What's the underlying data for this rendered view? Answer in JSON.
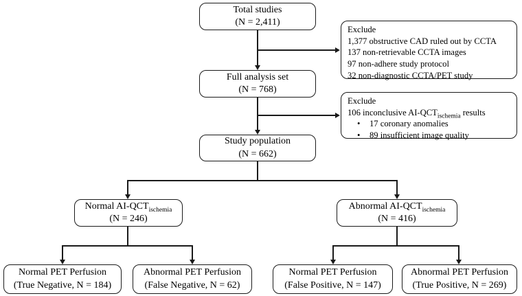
{
  "colors": {
    "background": "#ffffff",
    "line": "#1a1a1a",
    "text": "#000000"
  },
  "boxes": {
    "total_studies": {
      "title": "Total studies",
      "count": "(N = 2,411)"
    },
    "exclude_cta": {
      "title": "Exclude",
      "items": [
        "1,377 obstructive CAD ruled out by CCTA",
        "137 non-retrievable CCTA images",
        "97 non-adhere study protocol",
        "32 non-diagnostic CCTA/PET study"
      ]
    },
    "full_analysis_set": {
      "title": "Full analysis set",
      "count": "(N = 768)"
    },
    "exclude_aiqct": {
      "title": "Exclude",
      "line_pre": "106 inconclusive AI-QCT",
      "line_sub": "ischemia",
      "line_post": " results",
      "bullet_char": "•",
      "bullets": [
        "17 coronary anomalies",
        "89 insufficient image quality"
      ]
    },
    "study_population": {
      "title": "Study population",
      "count": "(N = 662)"
    },
    "normal_aiqct": {
      "title_pre": "Normal AI-QCT",
      "title_sub": "ischemia",
      "count": "(N = 246)"
    },
    "abnormal_aiqct": {
      "title_pre": "Abnormal AI-QCT",
      "title_sub": "ischemia",
      "count": "(N = 416)"
    },
    "true_negative": {
      "title": "Normal PET Perfusion",
      "count": "(True Negative, N = 184)"
    },
    "false_negative": {
      "title": "Abnormal PET Perfusion",
      "count": "(False Negative, N = 62)"
    },
    "false_positive": {
      "title": "Normal PET Perfusion",
      "count": "(False Positive, N = 147)"
    },
    "true_positive": {
      "title": "Abnormal PET Perfusion",
      "count": "(True Positive, N = 269)"
    }
  }
}
